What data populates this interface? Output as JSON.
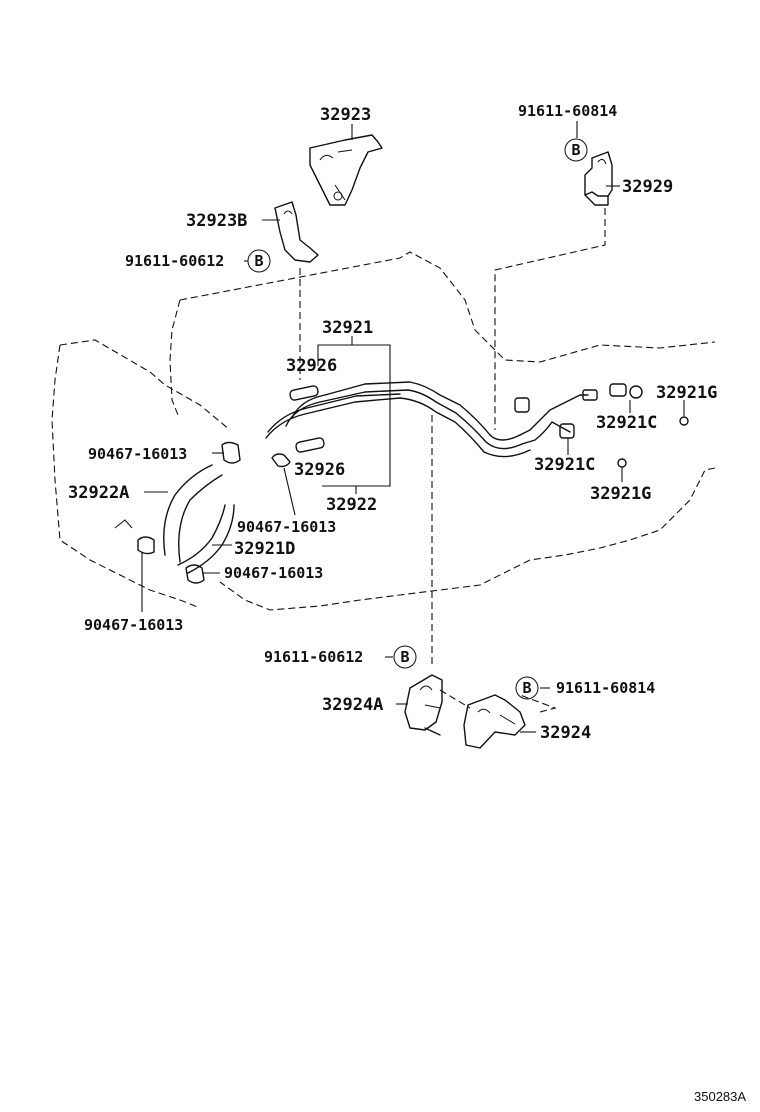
{
  "labels": {
    "p32923": "32923",
    "p32923B": "32923B",
    "p91611_60612_top": "91611-60612",
    "p91611_60814_top": "91611-60814",
    "p32929": "32929",
    "p32921": "32921",
    "p32926_a": "32926",
    "p32926_b": "32926",
    "p32922": "32922",
    "p32921G_a": "32921G",
    "p32921C_a": "32921C",
    "p32921C_b": "32921C",
    "p32921G_b": "32921G",
    "p90467_a": "90467-16013",
    "p32922A": "32922A",
    "p90467_b": "90467-16013",
    "p32921D": "32921D",
    "p90467_c": "90467-16013",
    "p90467_d": "90467-16013",
    "p91611_60612_bot": "91611-60612",
    "p91611_60814_bot": "91611-60814",
    "p32924A": "32924A",
    "p32924": "32924"
  },
  "markers": {
    "b1": "B",
    "b2": "B",
    "b3": "B",
    "b4": "B"
  },
  "footer": {
    "code": "350283A"
  }
}
